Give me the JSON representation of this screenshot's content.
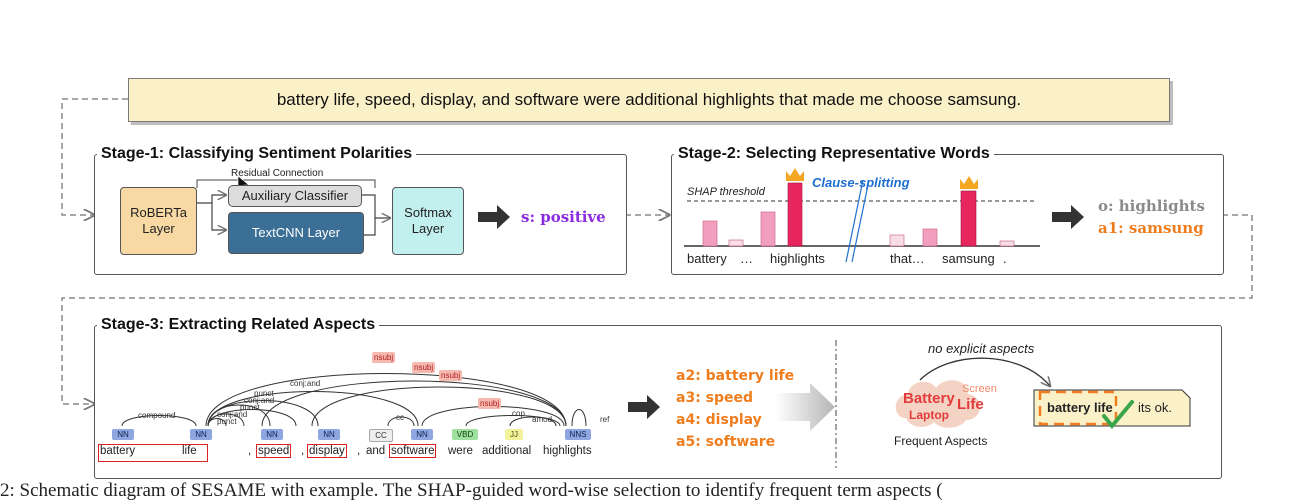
{
  "input_sentence": "battery life, speed, display, and software were additional highlights that made me choose samsung.",
  "stage1": {
    "title": "Stage-1: Classifying Sentiment Polarities",
    "residual_label": "Residual Connection",
    "roberta_label": "RoBERTa Layer",
    "aux_label": "Auxiliary Classifier",
    "textcnn_label": "TextCNN Layer",
    "softmax_label": "Softmax Layer",
    "output": "s: positive",
    "colors": {
      "roberta": "#f8d9a4",
      "aux": "#dcdcdc",
      "textcnn": "#3b6f96",
      "softmax": "#c2f0ef",
      "output": "#8a2be2"
    }
  },
  "stage2": {
    "title": "Stage-2: Selecting Representative Words",
    "threshold_label": "SHAP threshold",
    "clause_label": "Clause-splitting",
    "words": [
      "battery",
      "…",
      "highlights",
      "that…",
      "samsung",
      "."
    ],
    "output_o": "o: highlights",
    "output_a1": "a1: samsung",
    "colors": {
      "bar_light": "#f29fbf",
      "bar_pale": "#f8dde6",
      "bar_strong": "#e8265e",
      "crown": "#f5a623",
      "clause": "#1f6fd0"
    }
  },
  "stage3": {
    "title": "Stage-3: Extracting Related Aspects",
    "words": [
      "battery",
      "life",
      ",",
      "speed",
      ",",
      "display",
      ",",
      "and",
      "software",
      "were",
      "additional",
      "highlights"
    ],
    "tags": [
      "NN",
      "NN",
      "NN",
      "NN",
      "CC",
      "NN",
      "VBD",
      "JJ",
      "NNS"
    ],
    "dep_labels": [
      "nsubj",
      "nsubj",
      "nsubj",
      "conj:and",
      "punct",
      "conj:and",
      "punct",
      "conj:and",
      "compound",
      "punct",
      "cc",
      "nsubj",
      "cop",
      "amod",
      "ref"
    ],
    "aspects": [
      "a2: battery life",
      "a3: speed",
      "a4: display",
      "a5: software"
    ],
    "no_explicit_label": "no explicit aspects",
    "cloud_words": [
      "Battery",
      "Screen",
      "Laptop",
      "Life"
    ],
    "frequent_label": "Frequent Aspects",
    "review_bold": "battery life",
    "review_rest": "its ok.",
    "colors": {
      "aspect": "#ef7d1e",
      "cloud": "#f4d3c4",
      "cloud_text": "#e23b3b",
      "check": "#3aa64a",
      "box": "#e04040"
    }
  },
  "caption": "2: Schematic diagram of SESAME with example. The SHAP-guided word-wise selection to identify frequent term aspects ("
}
